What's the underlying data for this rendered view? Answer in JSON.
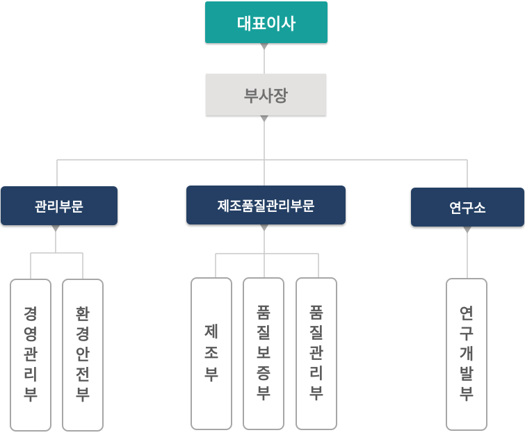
{
  "ceo": {
    "label": "대표이사"
  },
  "vice_president": {
    "label": "부사장"
  },
  "divisions": [
    {
      "label": "관리부문",
      "departments": [
        "경영관리부",
        "환경안전부"
      ]
    },
    {
      "label": "제조품질관리부문",
      "departments": [
        "제 조 부",
        "품질보증부",
        "품질관리부"
      ]
    },
    {
      "label": "연구소",
      "departments": [
        "연구개발부"
      ]
    }
  ],
  "colors": {
    "ceo": "#17a09b",
    "vice_president": "#e4e2e0",
    "division": "#243f63",
    "department_border": "#a6a6a6",
    "connector": "#c8c8c8"
  }
}
